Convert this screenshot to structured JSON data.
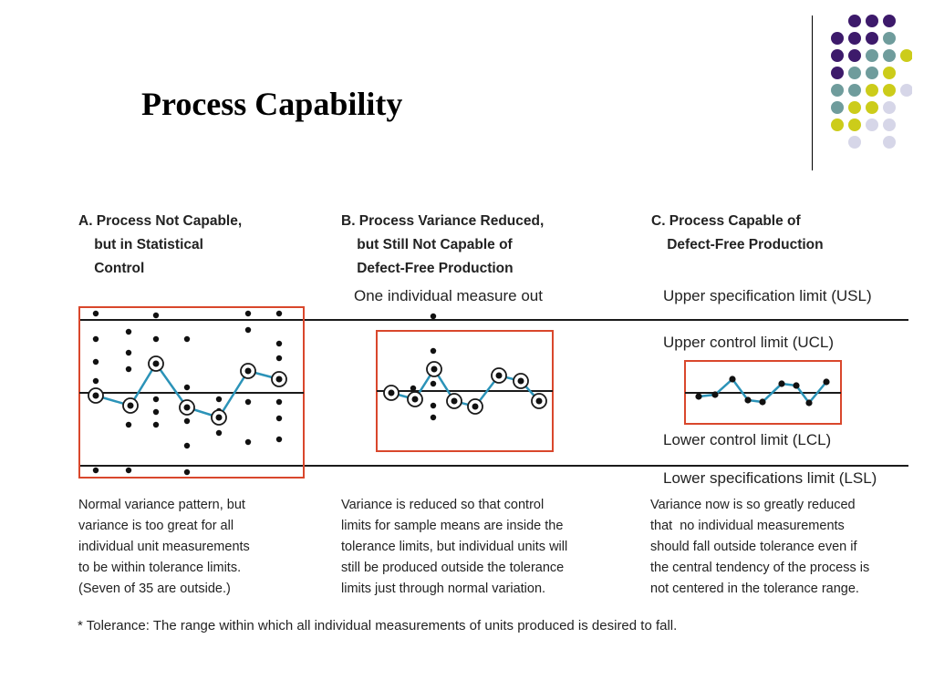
{
  "slide": {
    "title": "Process Capability"
  },
  "panels": [
    {
      "heading": "A. Process Not Capable,\n    but in Statistical\n    Control",
      "caption": "Normal variance pattern, but\nvariance is too great for all\nindividual unit measurements\nto be within tolerance limits.\n(Seven of 35 are outside.)"
    },
    {
      "heading": "B. Process Variance Reduced,\n    but Still Not Capable of\n    Defect-Free Production",
      "caption": "Variance is reduced so that control\nlimits for sample means are inside the\ntolerance limits, but individual units will\nstill be produced outside the tolerance\nlimits just through normal variation.",
      "annotation": "One individual measure out"
    },
    {
      "heading": "C. Process Capable of\n    Defect-Free Production",
      "caption": "Variance now is so greatly reduced\nthat  no individual measurements\nshould fall outside tolerance even if\nthe central tendency of the process is\nnot centered in the tolerance range."
    }
  ],
  "limit_labels": {
    "usl": "Upper specification limit (USL)",
    "ucl": "Upper control limit (UCL)",
    "lcl": "Lower control limit (LCL)",
    "lsl": "Lower specifications limit (LSL)"
  },
  "footnote": "* Tolerance: The range within which all individual measurements of units produced is desired to fall.",
  "colors": {
    "control_box": "#d9472c",
    "mean_line": "#2b93b8",
    "logo_purple": "#3d1a6b",
    "logo_teal": "#6f9c9c",
    "logo_yellow": "#cccc1a",
    "logo_lavender": "#d6d6e8"
  }
}
